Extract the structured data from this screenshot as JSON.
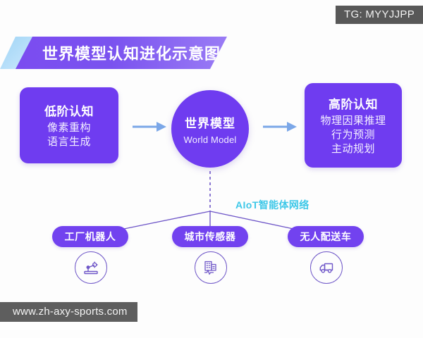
{
  "watermarks": {
    "tg_badge": "TG: MYYJJPP",
    "url": "www.zh-axy-sports.com"
  },
  "header": {
    "title": "世界模型认知进化示意图"
  },
  "colors": {
    "purple": "#6f3cf0",
    "pill_purple": "#7242ef",
    "arrow_blue": "#7ba7e8",
    "accent_cyan": "#3fc8e8",
    "line_purple": "#6f57c8",
    "badge_gray": "#585858"
  },
  "flow": {
    "left_card": {
      "title": "低阶认知",
      "lines": [
        "像素重构",
        "语言生成"
      ]
    },
    "center": {
      "title": "世界模型",
      "subtitle": "World Model"
    },
    "right_card": {
      "title": "高阶认知",
      "lines": [
        "物理因果推理",
        "行为预测",
        "主动规划"
      ]
    },
    "arrow_left_name": "arrow-right-icon",
    "arrow_right_name": "arrow-right-icon"
  },
  "network": {
    "label": "AIoT智能体网络",
    "nodes": [
      {
        "label": "工厂机器人",
        "icon": "robot-arm-icon"
      },
      {
        "label": "城市传感器",
        "icon": "building-signal-icon"
      },
      {
        "label": "无人配送车",
        "icon": "delivery-truck-icon"
      }
    ]
  }
}
